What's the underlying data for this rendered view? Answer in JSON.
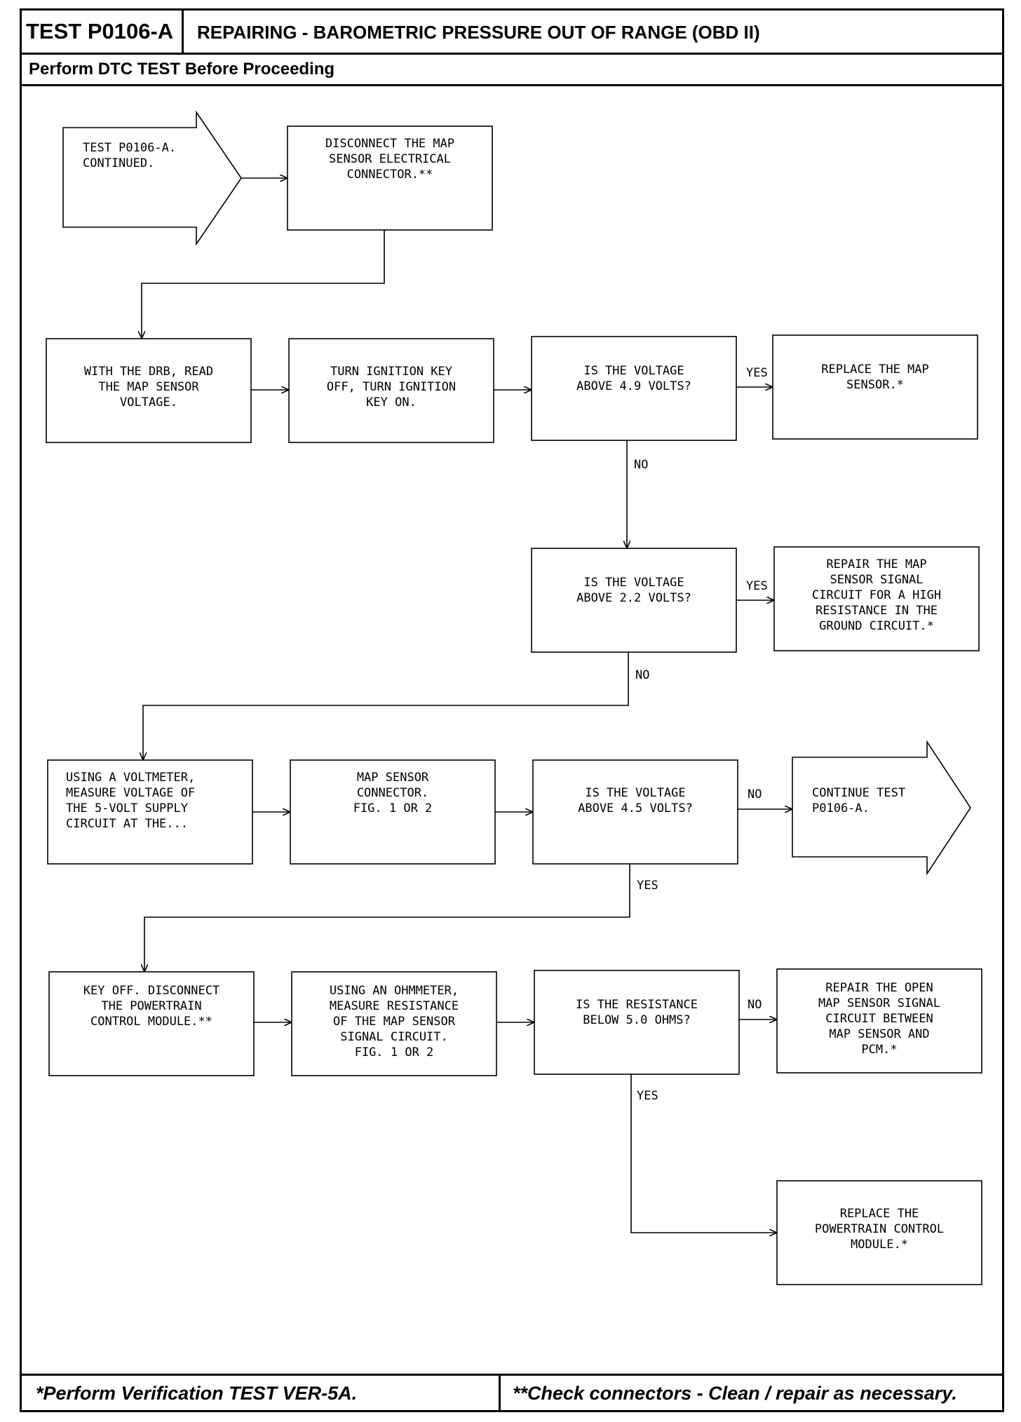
{
  "header": {
    "test_id": "TEST P0106-A",
    "title": "REPAIRING - BAROMETRIC PRESSURE OUT OF RANGE (OBD II)",
    "subheader": "Perform DTC TEST Before Proceeding"
  },
  "footer": {
    "left_note": "*Perform Verification TEST VER-5A.",
    "right_note": "**Check connectors - Clean / repair as necessary."
  },
  "diagram": {
    "nodes": [
      {
        "id": "start",
        "kind": "arrow",
        "lines": [
          "TEST P0106-A.",
          "CONTINUED."
        ]
      },
      {
        "id": "disconnect_map",
        "kind": "box",
        "lines": [
          "DISCONNECT THE MAP",
          "SENSOR ELECTRICAL",
          "CONNECTOR.**"
        ]
      },
      {
        "id": "read_map",
        "kind": "box",
        "lines": [
          "WITH THE DRB, READ",
          "THE MAP SENSOR",
          "VOLTAGE."
        ]
      },
      {
        "id": "ignition",
        "kind": "box",
        "lines": [
          "TURN IGNITION KEY",
          "OFF, TURN IGNITION",
          "KEY ON."
        ]
      },
      {
        "id": "q_4_9",
        "kind": "box",
        "lines": [
          "IS THE VOLTAGE",
          "ABOVE 4.9 VOLTS?"
        ]
      },
      {
        "id": "replace_map",
        "kind": "box",
        "lines": [
          "REPLACE THE MAP",
          "SENSOR.*"
        ]
      },
      {
        "id": "q_2_2",
        "kind": "box",
        "lines": [
          "IS THE VOLTAGE",
          "ABOVE 2.2 VOLTS?"
        ]
      },
      {
        "id": "repair_signal",
        "kind": "box",
        "lines": [
          "REPAIR THE MAP",
          "SENSOR SIGNAL",
          "CIRCUIT FOR A HIGH",
          "RESISTANCE IN THE",
          "GROUND CIRCUIT.*"
        ]
      },
      {
        "id": "voltmeter",
        "kind": "box",
        "lines": [
          "USING A VOLTMETER,",
          "MEASURE VOLTAGE OF",
          "THE 5-VOLT SUPPLY",
          "CIRCUIT AT THE..."
        ]
      },
      {
        "id": "map_connector",
        "kind": "box",
        "lines": [
          "MAP SENSOR",
          "CONNECTOR.",
          "",
          "FIG. 1 OR 2"
        ]
      },
      {
        "id": "q_4_5",
        "kind": "box",
        "lines": [
          "IS THE VOLTAGE",
          "ABOVE 4.5 VOLTS?"
        ]
      },
      {
        "id": "continue",
        "kind": "arrow",
        "lines": [
          "CONTINUE TEST",
          "P0106-A."
        ]
      },
      {
        "id": "key_off",
        "kind": "box",
        "lines": [
          "KEY OFF. DISCONNECT",
          "THE POWERTRAIN",
          "CONTROL MODULE.**"
        ]
      },
      {
        "id": "ohmmeter",
        "kind": "box",
        "lines": [
          "USING AN OHMMETER,",
          "MEASURE RESISTANCE",
          "OF THE MAP SENSOR",
          "SIGNAL CIRCUIT.",
          "FIG. 1 OR 2"
        ]
      },
      {
        "id": "q_resist",
        "kind": "box",
        "lines": [
          "IS THE RESISTANCE",
          "BELOW 5.0 OHMS?"
        ]
      },
      {
        "id": "repair_open",
        "kind": "box",
        "lines": [
          "REPAIR THE OPEN",
          "MAP SENSOR SIGNAL",
          "CIRCUIT BETWEEN",
          "MAP SENSOR AND",
          "PCM.*"
        ]
      },
      {
        "id": "replace_pcm",
        "kind": "box",
        "lines": [
          "REPLACE THE",
          "POWERTRAIN CONTROL",
          "MODULE.*"
        ]
      }
    ],
    "edges": [
      {
        "from": "start",
        "to": "disconnect_map",
        "label": ""
      },
      {
        "from": "disconnect_map",
        "to": "read_map",
        "label": ""
      },
      {
        "from": "read_map",
        "to": "ignition",
        "label": ""
      },
      {
        "from": "ignition",
        "to": "q_4_9",
        "label": ""
      },
      {
        "from": "q_4_9",
        "to": "replace_map",
        "label": "YES"
      },
      {
        "from": "q_4_9",
        "to": "q_2_2",
        "label": "NO"
      },
      {
        "from": "q_2_2",
        "to": "repair_signal",
        "label": "YES"
      },
      {
        "from": "q_2_2",
        "to": "voltmeter",
        "label": "NO"
      },
      {
        "from": "voltmeter",
        "to": "map_connector",
        "label": ""
      },
      {
        "from": "map_connector",
        "to": "q_4_5",
        "label": ""
      },
      {
        "from": "q_4_5",
        "to": "continue",
        "label": "NO"
      },
      {
        "from": "q_4_5",
        "to": "key_off",
        "label": "YES"
      },
      {
        "from": "key_off",
        "to": "ohmmeter",
        "label": ""
      },
      {
        "from": "ohmmeter",
        "to": "q_resist",
        "label": ""
      },
      {
        "from": "q_resist",
        "to": "repair_open",
        "label": "NO"
      },
      {
        "from": "q_resist",
        "to": "replace_pcm",
        "label": "YES"
      }
    ]
  }
}
